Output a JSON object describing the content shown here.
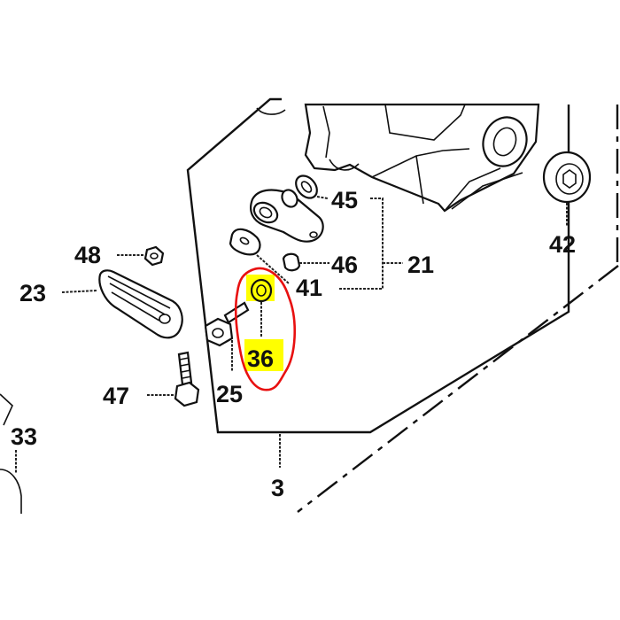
{
  "diagram": {
    "type": "exploded parts diagram",
    "highlight": {
      "part_number": "36",
      "highlight_color": "#ffff00",
      "outline_color": "#e81010"
    },
    "callouts": [
      {
        "id": "45",
        "label": "45"
      },
      {
        "id": "46",
        "label": "46"
      },
      {
        "id": "21",
        "label": "21"
      },
      {
        "id": "41",
        "label": "41"
      },
      {
        "id": "42",
        "label": "42"
      },
      {
        "id": "48",
        "label": "48"
      },
      {
        "id": "23",
        "label": "23"
      },
      {
        "id": "36",
        "label": "36"
      },
      {
        "id": "25",
        "label": "25"
      },
      {
        "id": "47",
        "label": "47"
      },
      {
        "id": "33",
        "label": "33"
      },
      {
        "id": "3",
        "label": "3"
      }
    ],
    "groups": [
      {
        "parent": "21",
        "children": [
          "45",
          "46",
          "41"
        ]
      },
      {
        "parent": "3",
        "children": [
          "36",
          "25",
          "47",
          "23",
          "48",
          "41",
          "45",
          "46",
          "21"
        ]
      }
    ]
  }
}
